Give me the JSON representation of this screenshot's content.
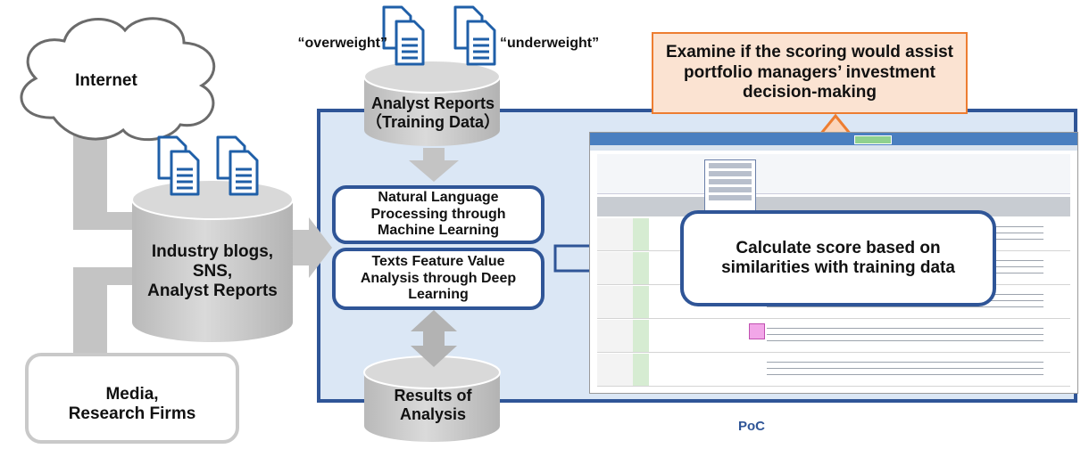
{
  "labels": {
    "internet": "Internet",
    "overweight": "“overweight”",
    "underweight": "“underweight”",
    "analyst_reports_training": "Analyst Reports\n（Training Data）",
    "industry_sources": "Industry blogs,\nSNS,\nAnalyst Reports",
    "media": "Media,\nResearch Firms",
    "nlp_box": "Natural Language\nProcessing through\nMachine Learning",
    "deep_learning_box": "Texts Feature Value\nAnalysis through Deep\nLearning",
    "calculate_score": "Calculate score based on\nsimilarities with training data",
    "examine": "Examine if the scoring would assist\nportfolio managers’ investment\ndecision-making",
    "results": "Results of\nAnalysis",
    "poc": "PoC"
  },
  "icons": {
    "documents": "documents-icon",
    "cloud": "cloud-icon",
    "database": "database-cylinder-icon"
  },
  "colors": {
    "accent_blue": "#2f5597",
    "poc_fill": "#dbe7f5",
    "orange_border": "#ed7d31",
    "orange_fill": "#fbe3d2",
    "cylinder_gray": "#c9c9c9",
    "arrow_blue_fill": "#dbe7f5"
  }
}
